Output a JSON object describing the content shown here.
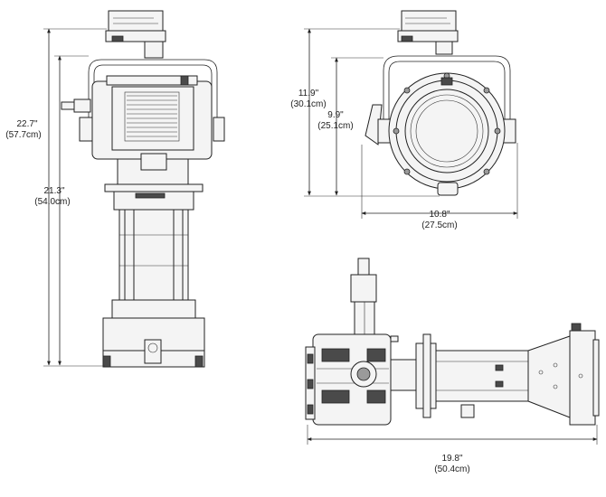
{
  "dimensions": {
    "front_height_total": {
      "inches": "22.7\"",
      "cm": "(57.7cm)"
    },
    "front_height_body": {
      "inches": "21.3\"",
      "cm": "(54.0cm)"
    },
    "side_height_total": {
      "inches": "11.9\"",
      "cm": "(30.1cm)"
    },
    "side_height_body": {
      "inches": "9.9\"",
      "cm": "(25.1cm)"
    },
    "side_width": {
      "inches": "10.8\"",
      "cm": "(27.5cm)"
    },
    "length": {
      "inches": "19.8\"",
      "cm": "(50.4cm)"
    }
  }
}
